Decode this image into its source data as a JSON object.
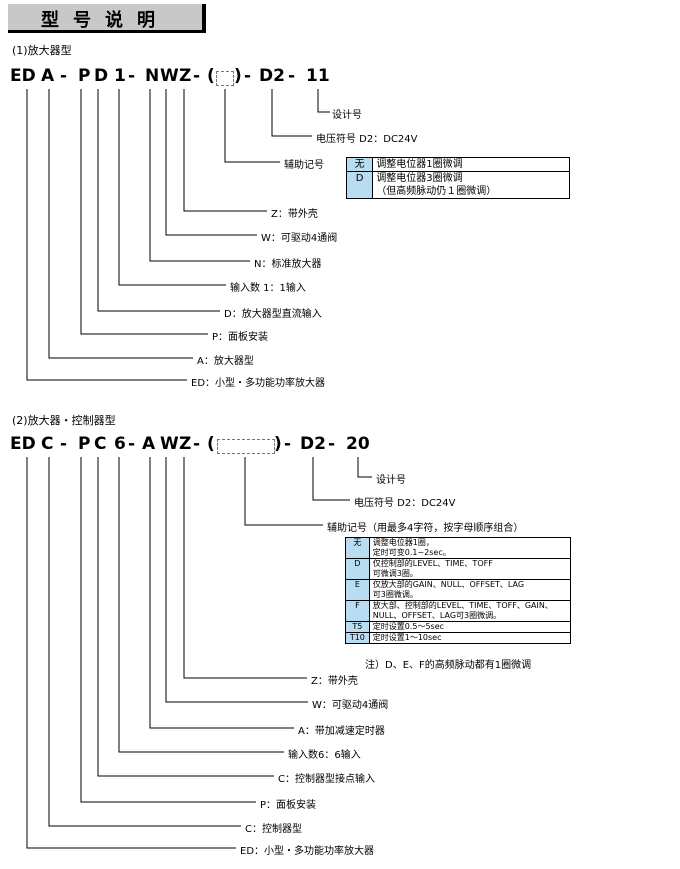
{
  "title": "型号说明",
  "section1": {
    "heading": "(1)放大器型",
    "code": {
      "p1": "ED",
      "p2": "A",
      "d1": "-",
      "p3": "P",
      "p4": "D",
      "p5": "1",
      "d2": "-",
      "p6": "N",
      "p7": "W",
      "p8": "Z",
      "d3": "-",
      "lp": "(",
      "rp": ")",
      "d4": "-",
      "p9": "D2",
      "d5": "-",
      "p10": "11"
    },
    "labels": {
      "design": "设计号",
      "voltage": "电压符号  D2：DC24V",
      "aux": "辅助记号",
      "z": "Z：带外壳",
      "w": "W：可驱动4通阀",
      "n": "N：标准放大器",
      "inputs": "输入数  1：1输入",
      "d": "D：放大器型直流输入",
      "p": "P：面板安装",
      "a": "A：放大器型",
      "ed": "ED：小型・多功能功率放大器"
    },
    "options": [
      {
        "key": "无",
        "desc": "调整电位器1圈微调"
      },
      {
        "key": "D",
        "desc": "调整电位器3圈微调",
        "desc2": "（但高频脉动仍１圈微调）"
      }
    ]
  },
  "section2": {
    "heading": "(2)放大器・控制器型",
    "code": {
      "p1": "ED",
      "p2": "C",
      "d1": "-",
      "p3": "P",
      "p4": "C",
      "p5": "6",
      "d2": "-",
      "p6": "A",
      "p7": "W",
      "p8": "Z",
      "d3": "-",
      "lp": "(",
      "rp": ")",
      "d4": "-",
      "p9": "D2",
      "d5": "-",
      "p10": "20"
    },
    "labels": {
      "design": "设计号",
      "voltage": "电压符号  D2：DC24V",
      "aux": "辅助记号（用最多4字符，按字母顺序组合）",
      "z": "Z：带外壳",
      "w": "W：可驱动4通阀",
      "a": "A：带加减速定时器",
      "inputs": "输入数6：6输入",
      "c2": "C：控制器型接点输入",
      "p": "P：面板安装",
      "c": "C：控制器型",
      "ed": "ED：小型・多功能功率放大器"
    },
    "options": [
      {
        "key": "无",
        "desc": "调整电位器1圈，",
        "desc2": "定时可变0.1~2sec。"
      },
      {
        "key": "D",
        "desc": "仅控制部的LEVEL、TIME、TOFF",
        "desc2": "可微调3圈。"
      },
      {
        "key": "E",
        "desc": "仅放大部的GAIN、NULL、OFFSET、LAG",
        "desc2": "可3圈微调。"
      },
      {
        "key": "F",
        "desc": "放大部、控制部的LEVEL、TIME、TOFF、GAIN、",
        "desc2": "NULL、OFFSET、LAG可3圈微调。"
      },
      {
        "key": "T5",
        "desc": "定时设置0.5～5sec"
      },
      {
        "key": "T10",
        "desc": "定时设置1～10sec"
      }
    ],
    "note": "注）D、E、F的高频脉动都有1圈微调"
  }
}
